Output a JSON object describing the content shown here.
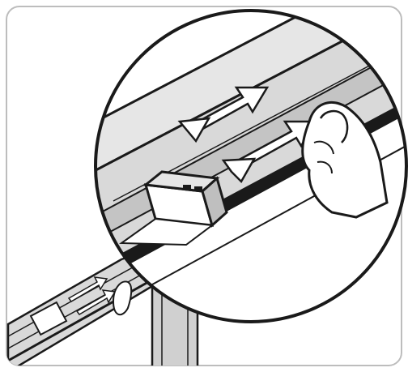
{
  "figure": {
    "style": "line-art instruction illustration",
    "colors": {
      "ink": "#1a1a1a",
      "rail_fill": "#d9d9d9",
      "rail_mid": "#c4c4c4",
      "paper": "#ffffff",
      "frame": "#bdbdbd"
    },
    "icons": [
      "rail-track",
      "magnifier-circle",
      "double-arrow",
      "hand",
      "carriage-block",
      "support-post"
    ]
  }
}
